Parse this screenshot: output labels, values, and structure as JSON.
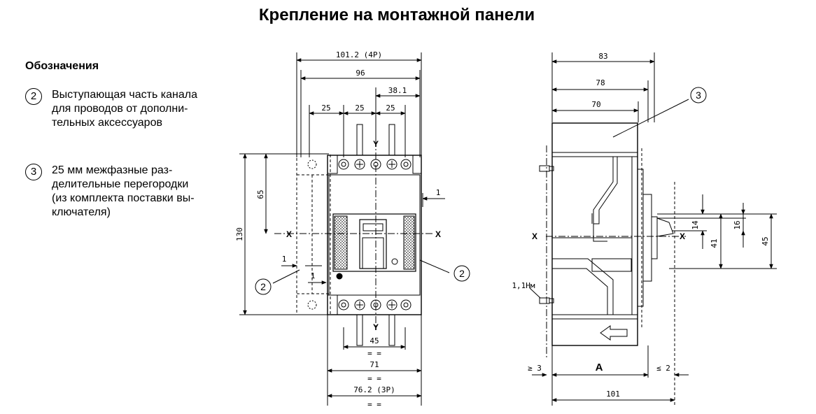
{
  "title": "Крепление на монтажной панели",
  "legend": {
    "heading": "Обозначения",
    "items": [
      {
        "num": "2",
        "lines": [
          "Выступающая часть канала",
          "для проводов от  дополни-",
          "тельных аксессуаров"
        ]
      },
      {
        "num": "3",
        "lines": [
          "25 мм межфазные раз-",
          "делительные перегородки",
          "(из комплекта поставки вы-",
          "ключателя)"
        ]
      }
    ]
  },
  "front_view": {
    "dims": {
      "w_4p": "101.2 (4P)",
      "w_96": "96",
      "w_38": "38.1",
      "p1": "25",
      "p2": "25",
      "p3": "25",
      "h_65": "65",
      "h_130": "130",
      "gap_right": "1",
      "gap_left": "1",
      "gap_left2": "1",
      "b_45": "45",
      "b_71": "71",
      "b_76": "76.2 (3P)",
      "eq1": "= =",
      "eq2": "= =",
      "eq3": "= ="
    },
    "axis_x": "X",
    "axis_y": "Y",
    "callout_left": "2",
    "callout_right": "2"
  },
  "side_view": {
    "dims": {
      "d_83": "83",
      "d_78": "78",
      "d_70": "70",
      "d_14": "14",
      "d_16": "16",
      "d_41": "41",
      "d_45": "45",
      "torque": "1,1Нм",
      "ge3": "≥ 3",
      "le2": "≤ 2",
      "A": "A",
      "d_101": "101"
    },
    "axis_x": "X",
    "callout": "3"
  },
  "colors": {
    "line": "#000000",
    "hatch": "#444444"
  }
}
